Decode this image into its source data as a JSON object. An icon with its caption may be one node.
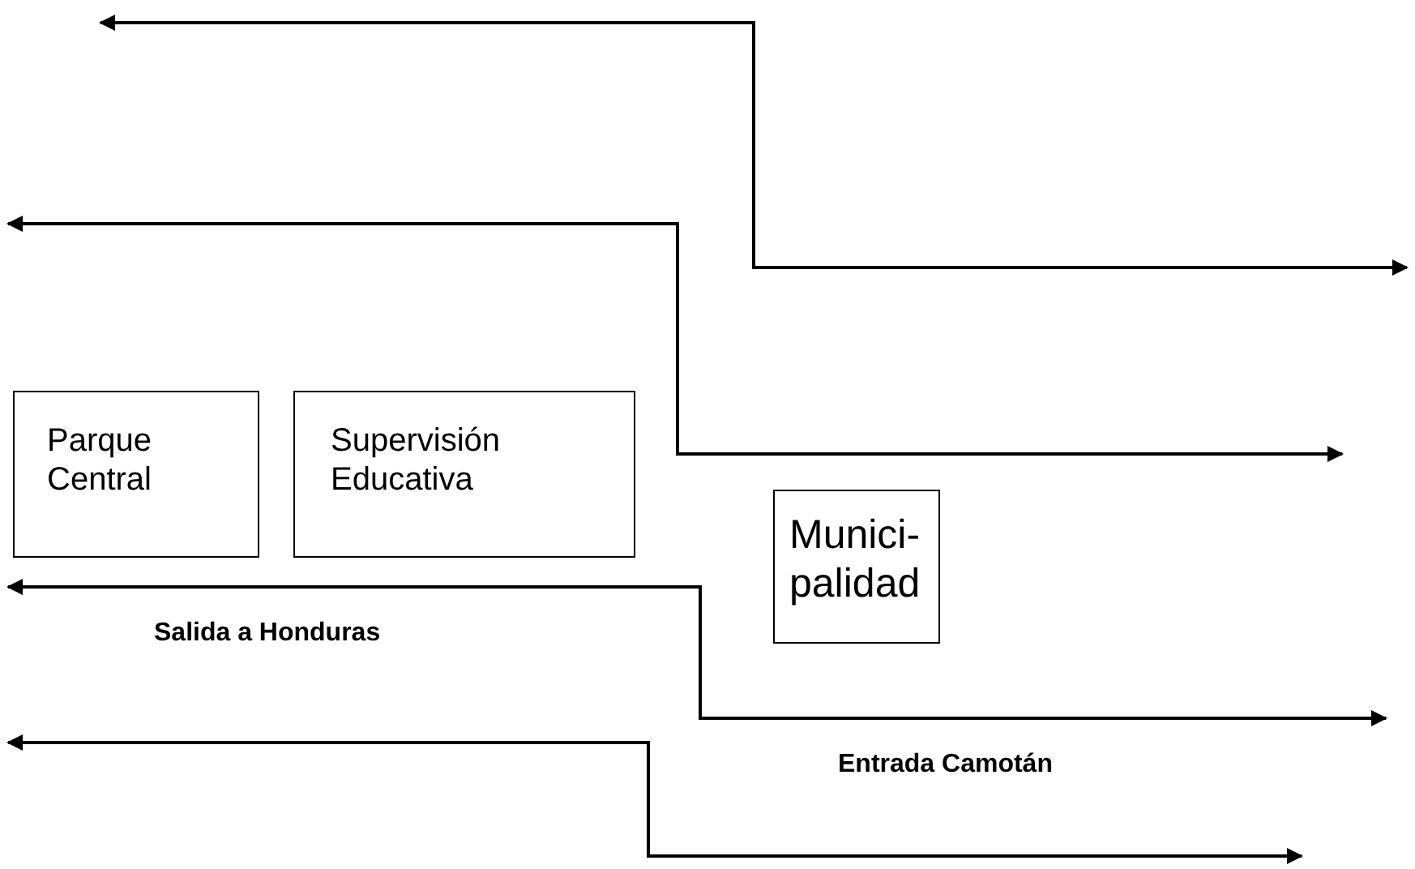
{
  "diagram": {
    "nodes": [
      {
        "text": [
          "Parque Central"
        ]
      },
      {
        "text": [
          "Supervisión Educativa"
        ]
      },
      {
        "text": [
          "Munici-palidad"
        ]
      }
    ],
    "labels": [
      "Salida a Honduras",
      "Entrada Camotán"
    ]
  }
}
